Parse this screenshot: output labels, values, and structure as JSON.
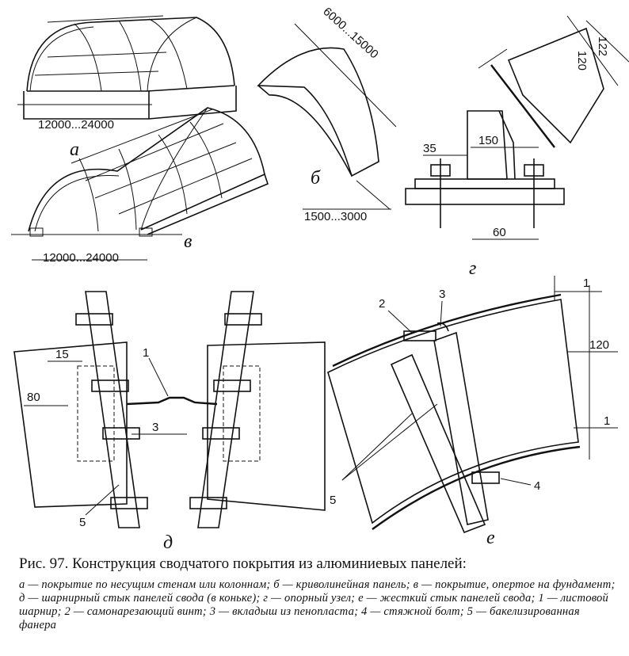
{
  "figure": {
    "a": {
      "letter": "а",
      "span": "12000...24000"
    },
    "b": {
      "letter": "б",
      "length": "6000...15000",
      "width": "1500...3000"
    },
    "v": {
      "letter": "в",
      "span": "12000...24000"
    },
    "g": {
      "letter": "г",
      "dim_35": "35",
      "dim_150": "150",
      "dim_60": "60",
      "dim_120": "120",
      "dim_122": "122"
    },
    "d": {
      "letter": "д",
      "dim_15": "15",
      "dim_80": "80",
      "dim_3": "3",
      "label_1": "1",
      "label_5": "5"
    },
    "e": {
      "letter": "е",
      "label_1a": "1",
      "label_1b": "1",
      "label_2": "2",
      "label_3": "3",
      "label_4": "4",
      "label_5": "5",
      "dim_120": "120"
    }
  },
  "caption": {
    "title": "Рис. 97. Конструкция сводчатого покрытия из алюминиевых панелей:",
    "body": "а — покрытие по несущим стенам или колоннам; б — криволинейная панель; в — покрытие, опертое на фундамент; д — шарнирный стык панелей свода (в коньке); г — опорный узел; е — жесткий стык панелей свода; 1 — листовой шарнир; 2 — самонарезающий винт; 3 — вкладыш из пенопласта; 4 — стяжной болт; 5 — бакелизированная фанера"
  }
}
